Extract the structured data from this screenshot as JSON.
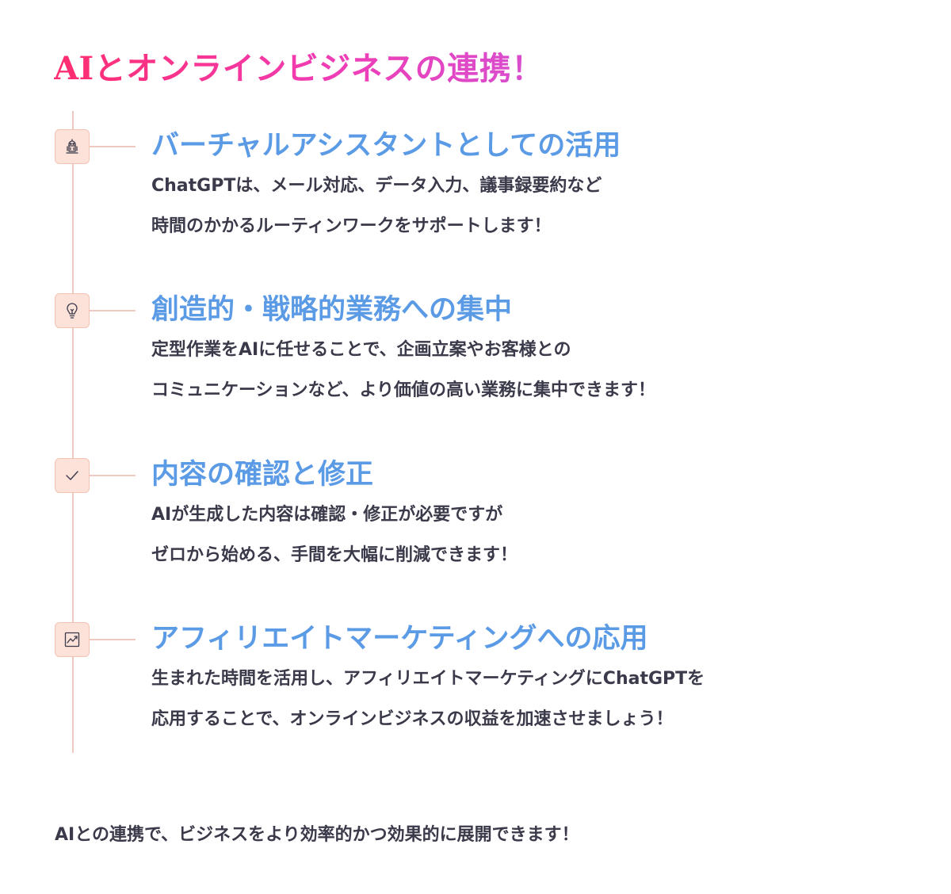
{
  "title": "AIとオンラインビジネスの連携！",
  "steps": [
    {
      "icon": "robot-icon",
      "heading": "バーチャルアシスタントとしての活用",
      "line1": "ChatGPTは、メール対応、データ入力、議事録要約など",
      "line2": "時間のかかるルーティンワークをサポートします！"
    },
    {
      "icon": "lightbulb-icon",
      "heading": "創造的・戦略的業務への集中",
      "line1": "定型作業をAIに任せることで、企画立案やお客様との",
      "line2": "コミュニケーションなど、より価値の高い業務に集中できます！"
    },
    {
      "icon": "checkmark-icon",
      "heading": "内容の確認と修正",
      "line1": "AIが生成した内容は確認・修正が必要ですが",
      "line2": "ゼロから始める、手間を大幅に削減できます！"
    },
    {
      "icon": "growth-chart-icon",
      "heading": "アフィリエイトマーケティングへの応用",
      "line1": "生まれた時間を活用し、アフィリエイトマーケティングにChatGPTを",
      "line2": "応用することで、オンラインビジネスの収益を加速させましょう！"
    }
  ],
  "conclusion": "AIとの連携で、ビジネスをより効率的かつ効果的に展開できます！",
  "colors": {
    "title_gradient_start": "#ff2d6e",
    "title_gradient_end": "#d64fd0",
    "heading": "#5b9be6",
    "body_text": "#3a3a4a",
    "timeline": "#efc8bf",
    "icon_background": "#fde2da"
  }
}
